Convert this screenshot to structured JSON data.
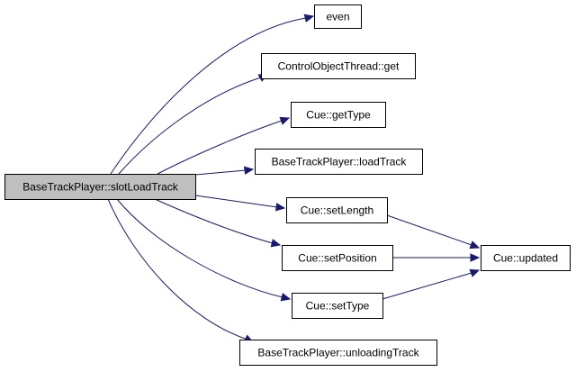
{
  "diagram": {
    "type": "call-graph",
    "edge_color": "#191970",
    "root_fill": "#bfbfbf",
    "nodes": [
      {
        "id": "root",
        "label": "BaseTrackPlayer::slotLoadTrack",
        "root": true
      },
      {
        "id": "even",
        "label": "even"
      },
      {
        "id": "cot_get",
        "label": "ControlObjectThread::get"
      },
      {
        "id": "cue_gettype",
        "label": "Cue::getType"
      },
      {
        "id": "btp_loadtrack",
        "label": "BaseTrackPlayer::loadTrack"
      },
      {
        "id": "cue_setlength",
        "label": "Cue::setLength"
      },
      {
        "id": "cue_setposition",
        "label": "Cue::setPosition"
      },
      {
        "id": "cue_settype",
        "label": "Cue::setType"
      },
      {
        "id": "btp_unloadingtrack",
        "label": "BaseTrackPlayer::unloadingTrack"
      },
      {
        "id": "cue_updated",
        "label": "Cue::updated"
      }
    ],
    "edges": [
      {
        "from": "root",
        "to": "even"
      },
      {
        "from": "root",
        "to": "cot_get"
      },
      {
        "from": "root",
        "to": "cue_gettype"
      },
      {
        "from": "root",
        "to": "btp_loadtrack"
      },
      {
        "from": "root",
        "to": "cue_setlength"
      },
      {
        "from": "root",
        "to": "cue_setposition"
      },
      {
        "from": "root",
        "to": "cue_settype"
      },
      {
        "from": "root",
        "to": "btp_unloadingtrack"
      },
      {
        "from": "cue_setlength",
        "to": "cue_updated"
      },
      {
        "from": "cue_setposition",
        "to": "cue_updated"
      },
      {
        "from": "cue_settype",
        "to": "cue_updated"
      }
    ]
  }
}
